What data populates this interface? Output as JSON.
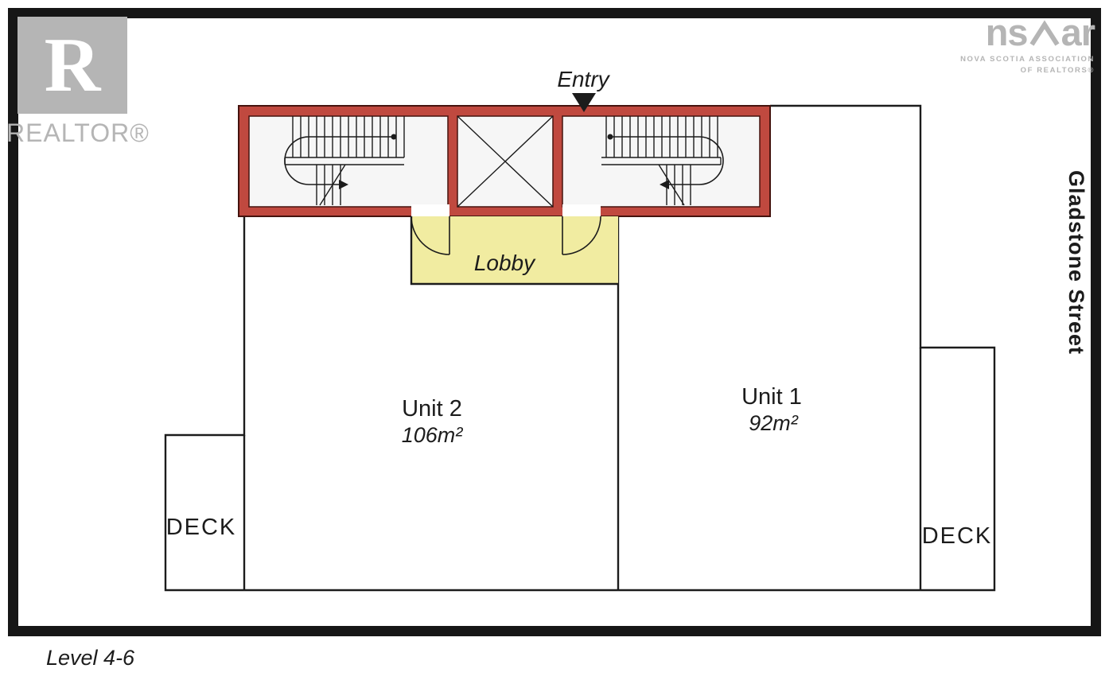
{
  "branding": {
    "realtor": {
      "letter": "R",
      "wordmark": "REALTOR®"
    },
    "nsar": {
      "prefix": "ns",
      "suffix": "ar",
      "tagline_line1": "NOVA SCOTIA ASSOCIATION",
      "tagline_line2": "OF REALTORS®"
    }
  },
  "street_label": "Gladstone Street",
  "level_label": "Level 4-6",
  "plan": {
    "entry_label": "Entry",
    "lobby_label": "Lobby",
    "unit1": {
      "name": "Unit 1",
      "area": "92m²"
    },
    "unit2": {
      "name": "Unit 2",
      "area": "106m²"
    },
    "deck_left": "DECK",
    "deck_right": "DECK"
  },
  "colors": {
    "wall_red": "#c0493f",
    "lobby_yellow": "#f1eca1",
    "line": "#1c1c1c",
    "logo_grey": "#b5b5b5"
  }
}
